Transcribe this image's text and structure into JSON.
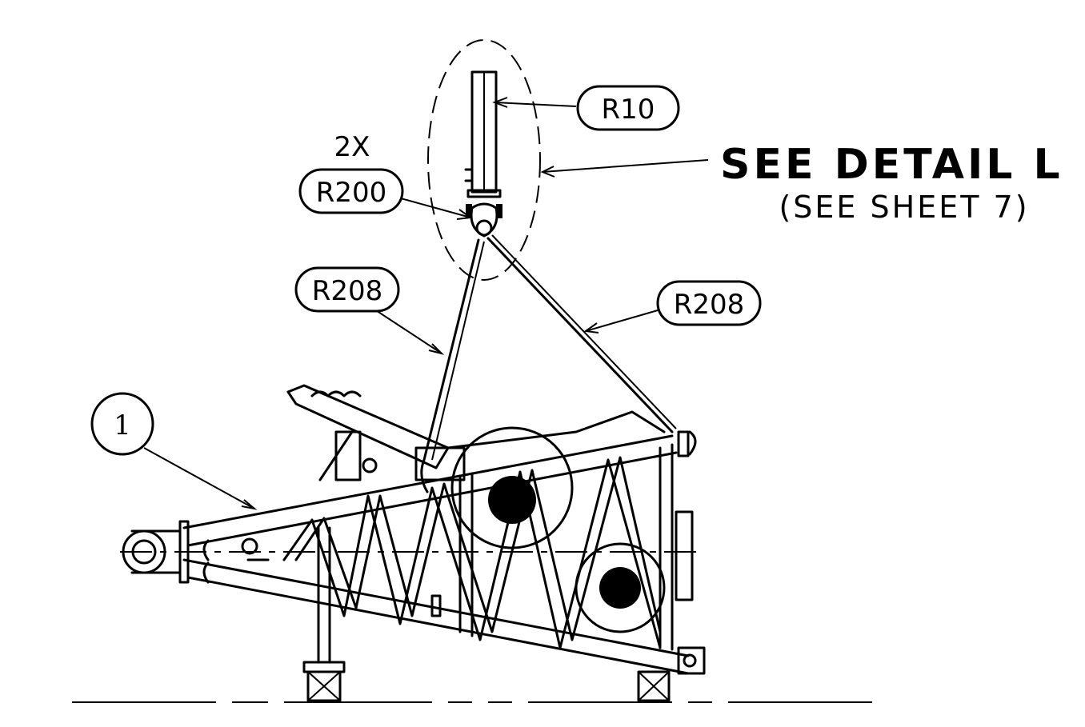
{
  "callouts": {
    "r10": "R10",
    "r200": "R200",
    "r200_qty": "2X",
    "r208_left": "R208",
    "r208_right": "R208",
    "item1": "1"
  },
  "detail": {
    "title": "SEE DETAIL L",
    "subtitle": "(SEE SHEET 7)"
  }
}
